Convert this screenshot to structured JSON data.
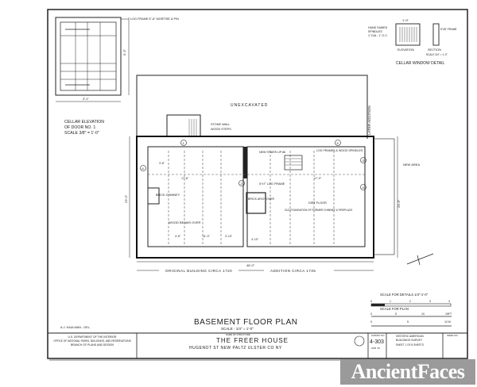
{
  "door_elevation": {
    "note": "LOG FRAME 5\"-8\" MORTISE & PIN",
    "caption_line1": "CELLAR ELEVATION",
    "caption_line2": "OF DOOR NO. 1",
    "caption_line3": "SCALE 3/8\" = 1'-0\"",
    "dim_height": "5'-3\"",
    "dim_width": "3'-1\""
  },
  "window_detail": {
    "note_line1": "HAND SAWED",
    "note_line2": "SPINDLES",
    "note_line3": "1\" DIA - 1\" O.C.",
    "dim_width": "1'-9\"",
    "frame_label": "5\"x8\" FRAME",
    "elevation_label": "ELEVATION",
    "section_label": "SECTION",
    "scale_label": "SCALE 3/4\" = 1'-0\"",
    "title": "CELLAR WINDOW DETAIL"
  },
  "plan": {
    "unexcavated": "UNEXCAVATED",
    "stone_wall": "STONE WALL",
    "wood_steps": "WOOD STEPS",
    "new_stairs": "NEW STAIRS UP 86",
    "log_frames": "LOG FRAMES & WOOD SPINDLES",
    "log_frame": "5\"x7\" LOG FRAME",
    "brick_chimney": "BRICK CHIMNEY",
    "brick_arch": "BRICK ARCH OVER",
    "dirt_floor": "DIRT FLOOR",
    "old_foundation": "OLD FOUNDATION OF FORMER CHIMNEY & FIREPLACE",
    "wood_beams": "WOOD BEAMS OVER",
    "areaway": "NEW AREA",
    "later_addition": "LATER ADDITION",
    "overall_dim": "46'-0\"",
    "depth_dim": "23'-9\"",
    "original_building": "ORIGINAL BUILDING CIRCA 1720",
    "addition": "ADDITION CIRCA 1735",
    "dims": [
      "17'-6\"",
      "3'-6\"",
      "4'-10\"",
      "17'-0\"",
      "4'-6\"",
      "11'-0\"",
      "3'-10\""
    ],
    "door_marks": [
      "1",
      "2",
      "3",
      "4",
      "5",
      "6"
    ]
  },
  "title": {
    "main": "BASEMENT FLOOR PLAN",
    "scale": "SCALE - 1/4\" = 1'-0\""
  },
  "scales": {
    "details_label": "SCALE FOR DETAILS 1/4\"-1'-0\"",
    "plan_label": "SCALE FOR PLAN",
    "plan_ticks": [
      "0",
      "5",
      "10",
      "15FT"
    ],
    "meter_ticks": [
      "0",
      "5",
      "10 M"
    ],
    "detail_ticks": [
      "0",
      "1",
      "2",
      "3",
      "4"
    ]
  },
  "title_block": {
    "delineator": "A.J. KAULMAN - DEL.",
    "agency_line1": "U.S. DEPARTMENT OF THE INTERIOR",
    "agency_line2": "OFFICE OF NATIONAL PARKS, BUILDINGS, AND RESERVATIONS",
    "agency_line3": "BRANCH OF PLANS AND DESIGN",
    "structure_label": "NAME OF STRUCTURE",
    "structure_name": "THE FREER HOUSE",
    "location": "HUGENOT ST  NEW PALTZ  ULSTER  CO  NY",
    "survey_label": "SURVEY NO.",
    "survey_no": "4-303",
    "survey_date": "APR '34",
    "habs_line1": "HISTORIC AMERICAN",
    "habs_line2": "BUILDINGS SURVEY",
    "sheet": "SHEET 1 OF 8 SHEETS",
    "index_label": "INDEX NO."
  },
  "watermark": "AncientFaces"
}
